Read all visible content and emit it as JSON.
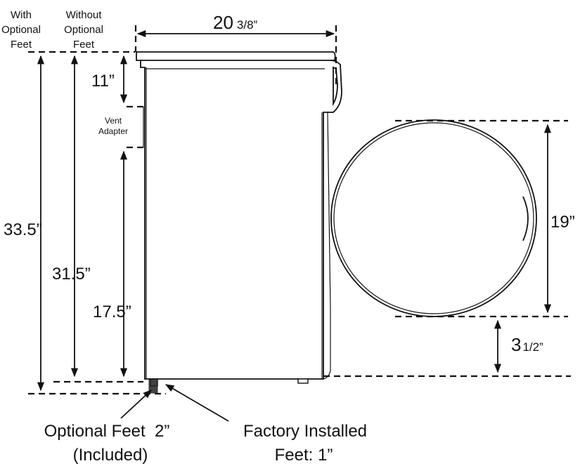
{
  "headers": {
    "with_feet": [
      "With",
      "Optional",
      "Feet"
    ],
    "without_feet": [
      "Without",
      "Optional",
      "Feet"
    ]
  },
  "dimensions": {
    "width_main": "20",
    "width_frac": "3/8”",
    "top_gap": "11”",
    "height_with_feet": "33.5”",
    "height_without_feet": "31.5”",
    "vent_height": "17.5”",
    "door_diameter": "19”",
    "door_offset_main": "3",
    "door_offset_frac": "1/2”"
  },
  "vent": [
    "Vent",
    "Adapter"
  ],
  "callouts": {
    "optional_feet": [
      "Optional Feet  2”",
      "(Included)"
    ],
    "factory_feet": [
      "Factory Installed",
      "Feet: 1”"
    ]
  }
}
